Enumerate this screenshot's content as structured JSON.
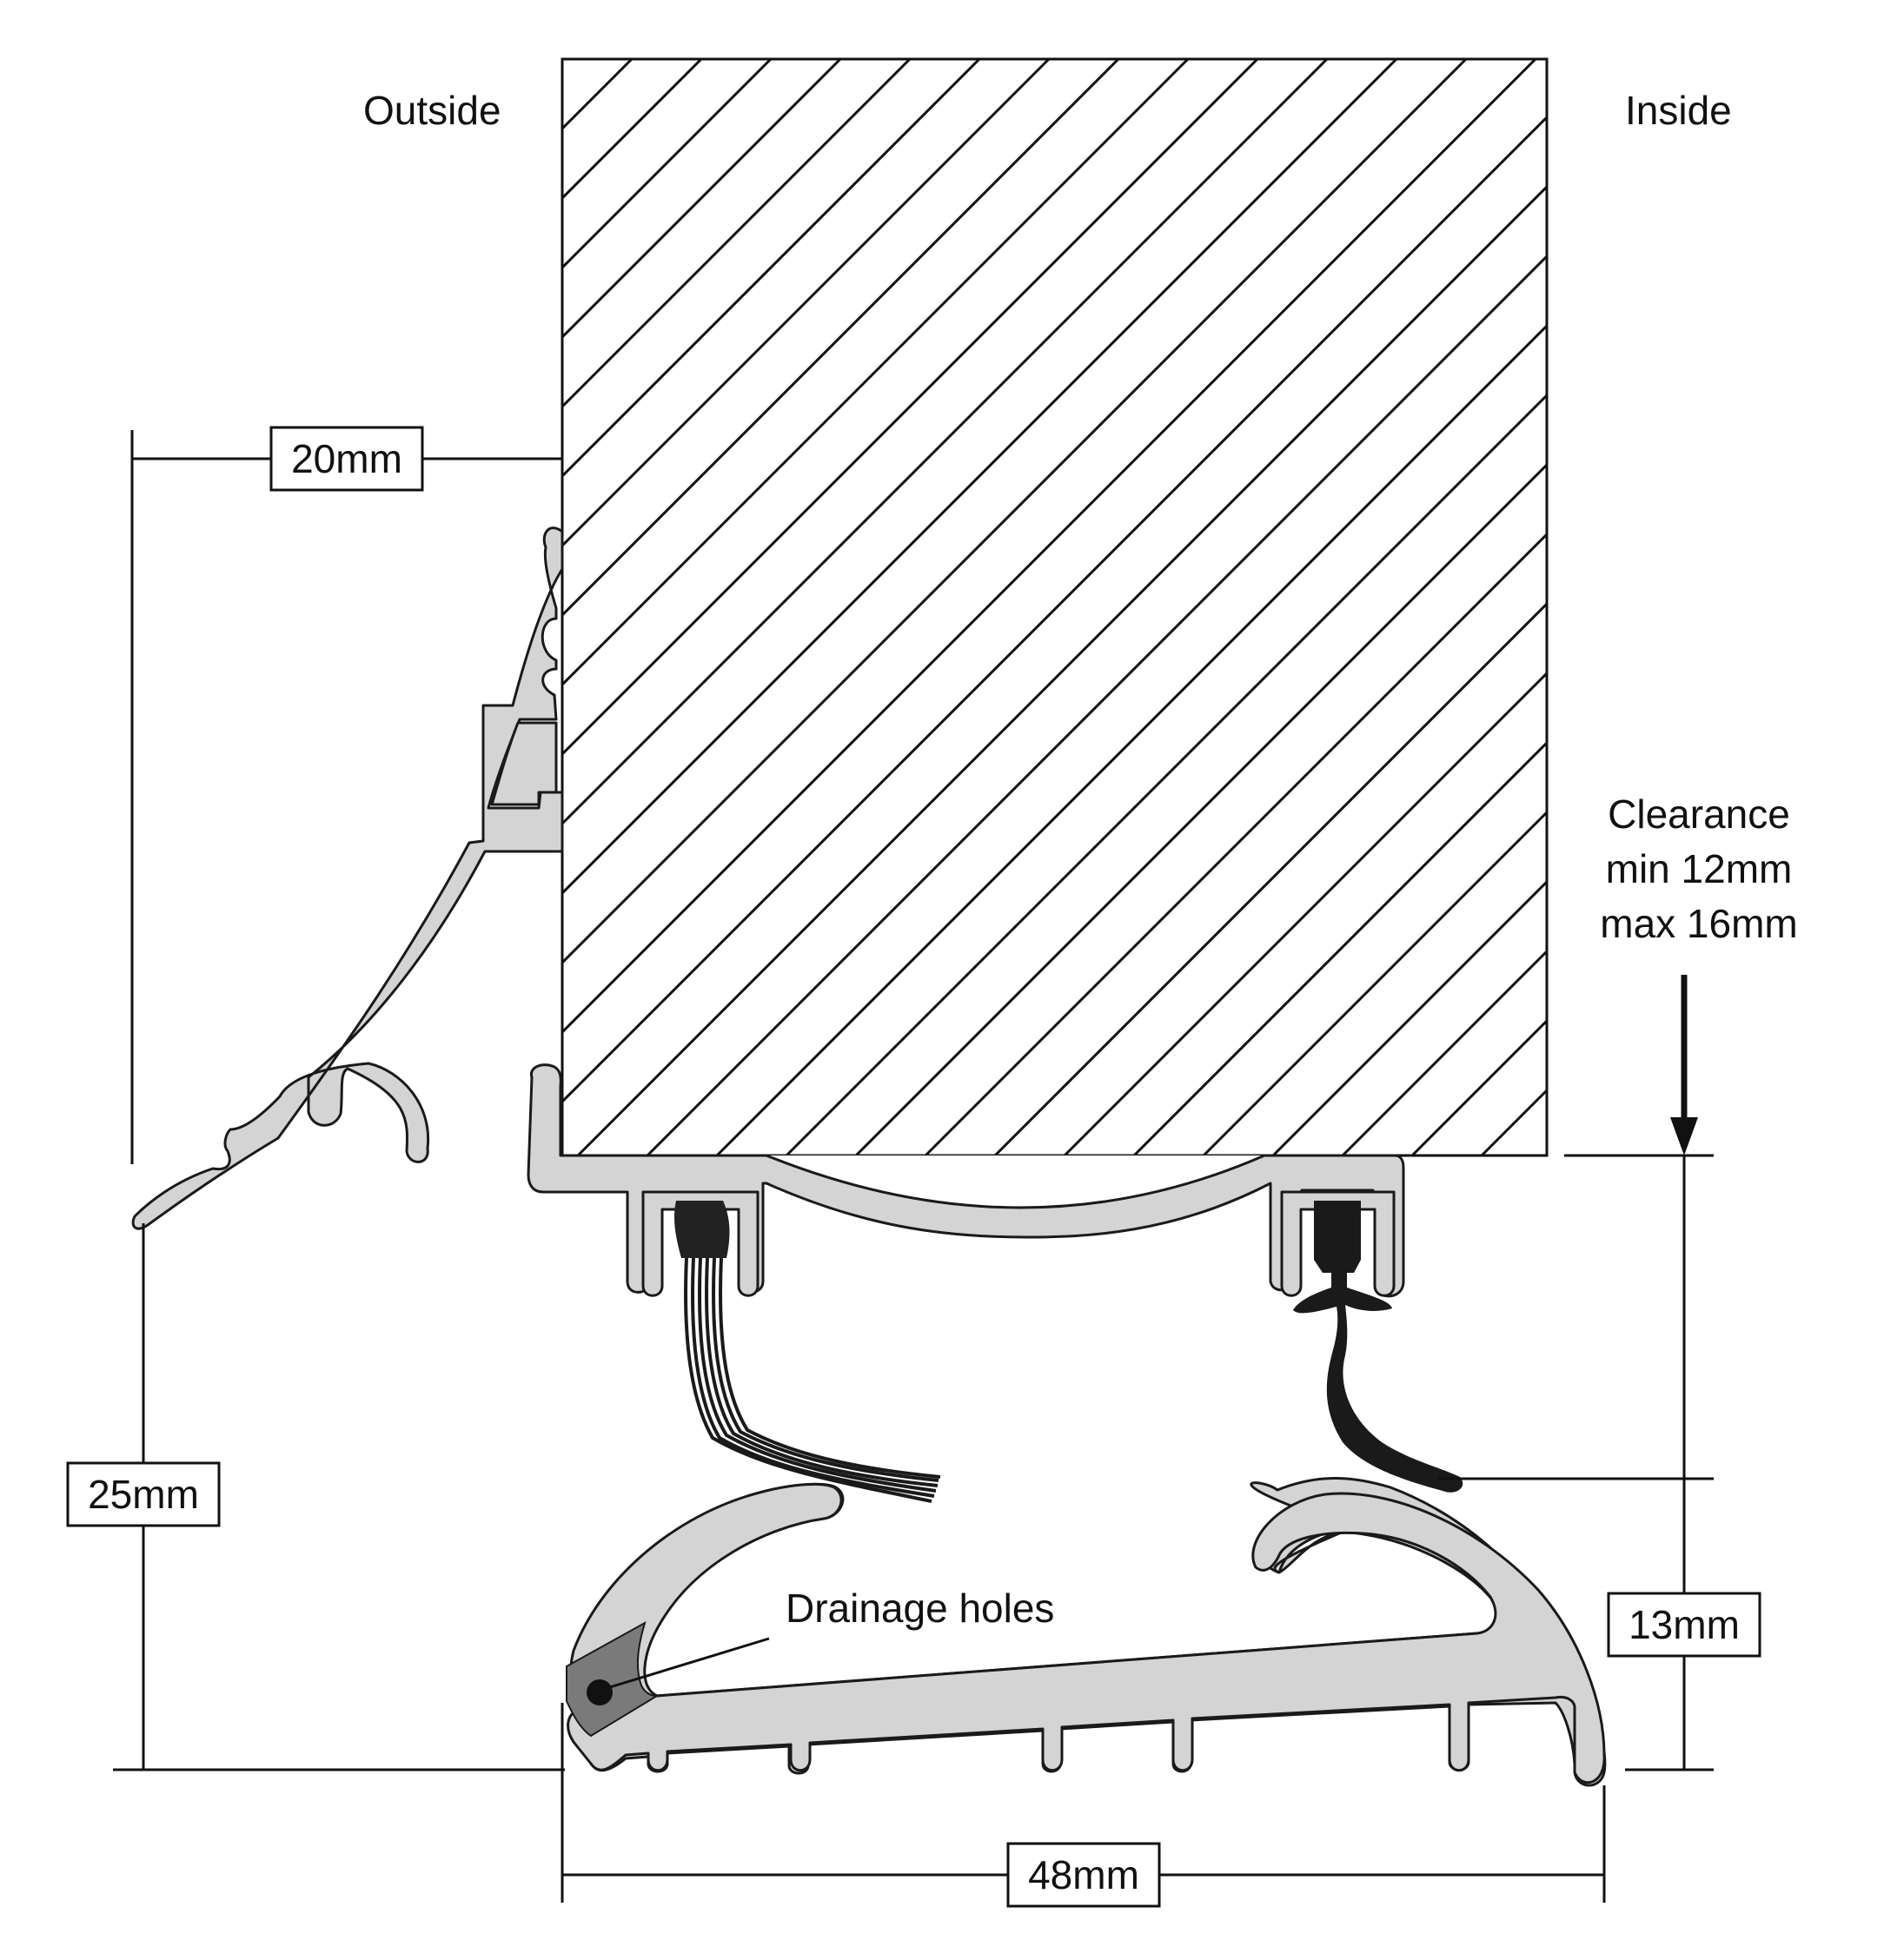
{
  "labels": {
    "outside": "Outside",
    "inside": "Inside",
    "clearance_line1": "Clearance",
    "clearance_line2": "min 12mm",
    "clearance_line3": "max 16mm",
    "drainage": "Drainage holes"
  },
  "dimensions": {
    "overhang": "20mm",
    "height": "25mm",
    "seal_gap": "13mm",
    "width": "48mm"
  },
  "colors": {
    "profile_fill": "#d4d4d4",
    "drain_band": "#7a7a7a",
    "seal": "#1a1a1a",
    "line": "#111111"
  }
}
